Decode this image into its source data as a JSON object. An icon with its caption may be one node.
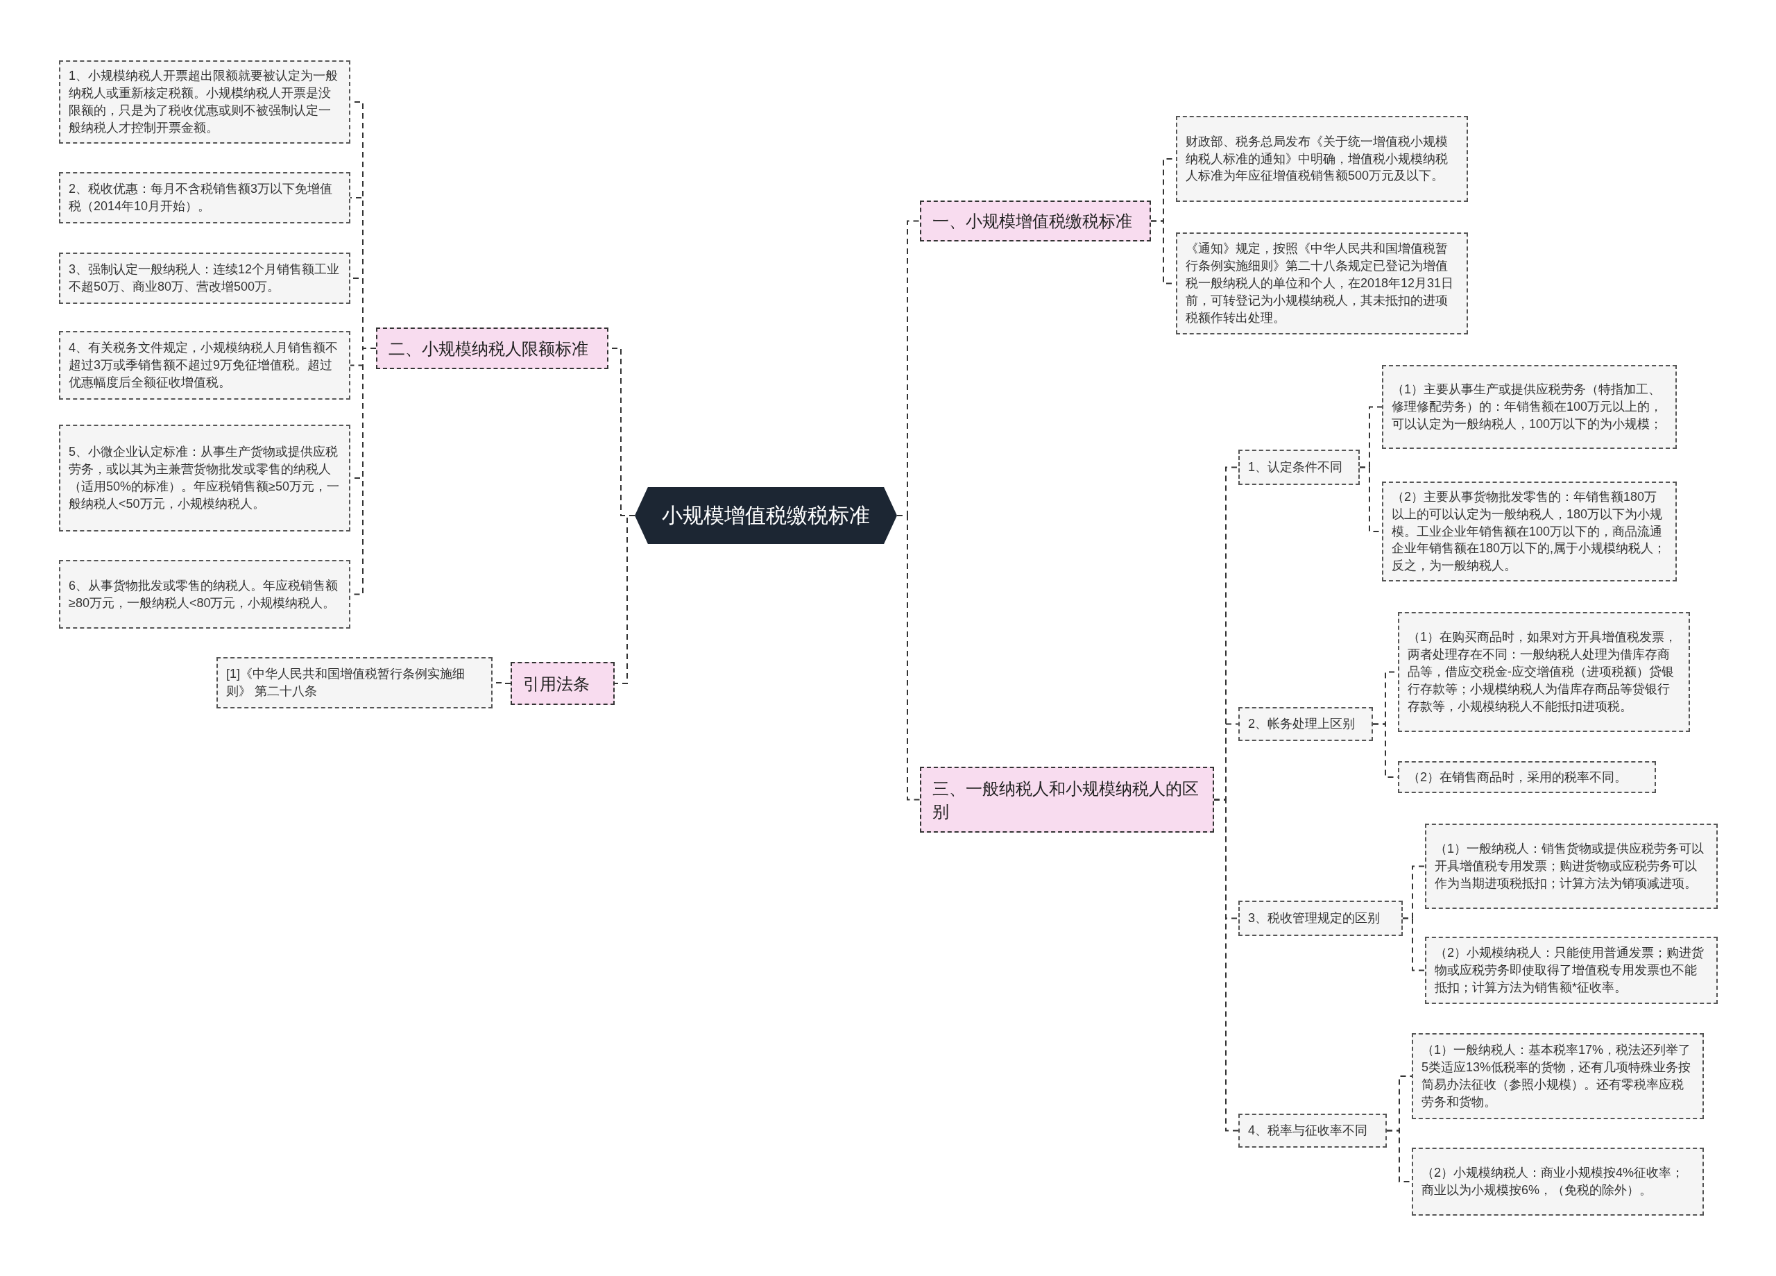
{
  "diagram": {
    "nodes": [
      {
        "text": [
          "小规模增值税缴税标准"
        ]
      },
      {
        "text": [
          "一、小规模增值税缴税标准"
        ]
      },
      {
        "text": [
          "财政部、税务总局发布《关于统一增值税小规模纳税人标准的通知》中明确，增值税小规模纳税人标准为年应征增值税销售额500万元及以下。"
        ]
      },
      {
        "text": [
          "《通知》规定，按照《中华人民共和国增值税暂行条例实施细则》第二十八条规定已登记为增值税一般纳税人的单位和个人，在2018年12月31日前，可转登记为小规模纳税人，其未抵扣的进项税额作转出处理。"
        ]
      },
      {
        "text": [
          "三、一般纳税人和小规模纳税人的区别"
        ]
      },
      {
        "text": [
          "1、认定条件不同"
        ]
      },
      {
        "text": [
          "（1）主要从事生产或提供应税劳务（特指加工、修理修配劳务）的：年销售额在100万元以上的，可以认定为一般纳税人，100万以下的为小规模；"
        ]
      },
      {
        "text": [
          "（2）主要从事货物批发零售的：年销售额180万以上的可以认定为一般纳税人，180万以下为小规模。工业企业年销售额在100万以下的，商品流通企业年销售额在180万以下的,属于小规模纳税人；反之，为一般纳税人。"
        ]
      },
      {
        "text": [
          "2、帐务处理上区别"
        ]
      },
      {
        "text": [
          "（1）在购买商品时，如果对方开具增值税发票，两者处理存在不同：一般纳税人处理为借库存商品等，借应交税金-应交增值税（进项税额）贷银行存款等；小规模纳税人为借库存商品等贷银行存款等，小规模纳税人不能抵扣进项税。"
        ]
      },
      {
        "text": [
          "（2）在销售商品时，采用的税率不同。"
        ]
      },
      {
        "text": [
          "3、税收管理规定的区别"
        ]
      },
      {
        "text": [
          "（1）一般纳税人：销售货物或提供应税劳务可以开具增值税专用发票；购进货物或应税劳务可以作为当期进项税抵扣；计算方法为销项减进项。"
        ]
      },
      {
        "text": [
          "（2）小规模纳税人：只能使用普通发票；购进货物或应税劳务即使取得了增值税专用发票也不能抵扣；计算方法为销售额*征收率。"
        ]
      },
      {
        "text": [
          "4、税率与征收率不同"
        ]
      },
      {
        "text": [
          "（1）一般纳税人：基本税率17%，税法还列举了5类适应13%低税率的货物，还有几项特殊业务按简易办法征收（参照小规模）。还有零税率应税劳务和货物。"
        ]
      },
      {
        "text": [
          "（2）小规模纳税人：商业小规模按4%征收率；商业以为小规模按6%，（免税的除外）。"
        ]
      },
      {
        "text": [
          "二、小规模纳税人限额标准"
        ]
      },
      {
        "text": [
          "1、小规模纳税人开票超出限额就要被认定为一般纳税人或重新核定税额。小规模纳税人开票是没限额的，只是为了税收优惠或则不被强制认定一般纳税人才控制开票金额。"
        ]
      },
      {
        "text": [
          "2、税收优惠：每月不含税销售额3万以下免增值税（2014年10月开始）。"
        ]
      },
      {
        "text": [
          "3、强制认定一般纳税人：连续12个月销售额工业不超50万、商业80万、营改增500万。"
        ]
      },
      {
        "text": [
          "4、有关税务文件规定，小规模纳税人月销售额不超过3万或季销售额不超过9万免征增值税。超过优惠幅度后全额征收增值税。"
        ]
      },
      {
        "text": [
          "5、小微企业认定标准：从事生产货物或提供应税劳务，或以其为主兼营货物批发或零售的纳税人（适用50%的标准）。年应税销售额≥50万元，一般纳税人<50万元，小规模纳税人。"
        ]
      },
      {
        "text": [
          "6、从事货物批发或零售的纳税人。年应税销售额≥80万元，一般纳税人<80万元，小规模纳税人。"
        ]
      },
      {
        "text": [
          "引用法条"
        ]
      },
      {
        "text": [
          "[1]《中华人民共和国增值税暂行条例实施细则》 第二十八条"
        ]
      }
    ],
    "edges": [
      {
        "from": 0,
        "to": 1,
        "arrow": "none",
        "style": "dashed"
      },
      {
        "from": 1,
        "to": 2,
        "arrow": "none",
        "style": "dashed"
      },
      {
        "from": 1,
        "to": 3,
        "arrow": "none",
        "style": "dashed"
      },
      {
        "from": 0,
        "to": 4,
        "arrow": "none",
        "style": "dashed"
      },
      {
        "from": 4,
        "to": 5,
        "arrow": "none",
        "style": "dashed"
      },
      {
        "from": 5,
        "to": 6,
        "arrow": "none",
        "style": "dashed"
      },
      {
        "from": 5,
        "to": 7,
        "arrow": "none",
        "style": "dashed"
      },
      {
        "from": 4,
        "to": 8,
        "arrow": "none",
        "style": "dashed"
      },
      {
        "from": 8,
        "to": 9,
        "arrow": "none",
        "style": "dashed"
      },
      {
        "from": 8,
        "to": 10,
        "arrow": "none",
        "style": "dashed"
      },
      {
        "from": 4,
        "to": 11,
        "arrow": "none",
        "style": "dashed"
      },
      {
        "from": 11,
        "to": 12,
        "arrow": "none",
        "style": "dashed"
      },
      {
        "from": 11,
        "to": 13,
        "arrow": "none",
        "style": "dashed"
      },
      {
        "from": 4,
        "to": 14,
        "arrow": "none",
        "style": "dashed"
      },
      {
        "from": 14,
        "to": 15,
        "arrow": "none",
        "style": "dashed"
      },
      {
        "from": 14,
        "to": 16,
        "arrow": "none",
        "style": "dashed"
      },
      {
        "from": 0,
        "to": 17,
        "arrow": "none",
        "style": "dashed"
      },
      {
        "from": 17,
        "to": 18,
        "arrow": "none",
        "style": "dashed"
      },
      {
        "from": 17,
        "to": 19,
        "arrow": "none",
        "style": "dashed"
      },
      {
        "from": 17,
        "to": 20,
        "arrow": "none",
        "style": "dashed"
      },
      {
        "from": 17,
        "to": 21,
        "arrow": "none",
        "style": "dashed"
      },
      {
        "from": 17,
        "to": 22,
        "arrow": "none",
        "style": "dashed"
      },
      {
        "from": 17,
        "to": 23,
        "arrow": "none",
        "style": "dashed"
      },
      {
        "from": 0,
        "to": 24,
        "arrow": "none",
        "style": "dashed"
      },
      {
        "from": 24,
        "to": 25,
        "arrow": "none",
        "style": "dashed"
      }
    ]
  }
}
